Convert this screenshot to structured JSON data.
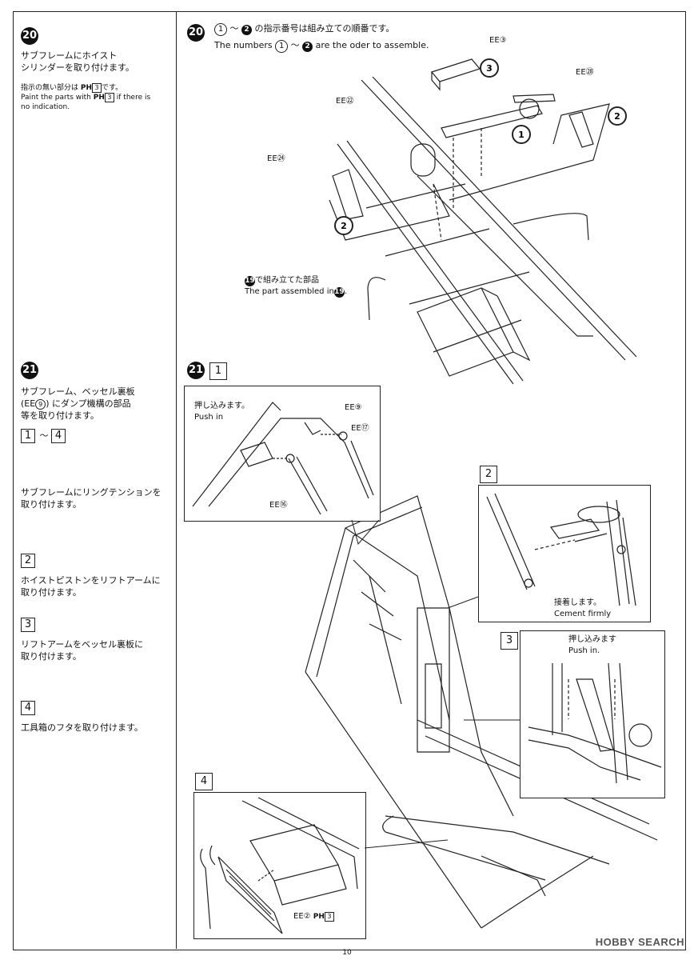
{
  "left": {
    "step20": {
      "num": "20",
      "title_l1": "サブフレームにホイスト",
      "title_l2": "シリンダーを取り付けます。",
      "note_jp_a": "指示の無い部分は",
      "note_jp_ph": "PH",
      "note_jp_num": "3",
      "note_jp_b": "です。",
      "note_en_a": "Paint the parts with",
      "note_en_ph": "PH",
      "note_en_num": "3",
      "note_en_b": "if there is",
      "note_en_c": "no indication."
    },
    "step21": {
      "num": "21",
      "title_l1": "サブフレーム、ベッセル裏板",
      "title_l2a": "(EE",
      "title_l2b": "9",
      "title_l2c": ") にダンプ機構の部品",
      "title_l3": "等を取り付けます。",
      "range_from": "1",
      "range_sep": "〜",
      "range_to": "4"
    },
    "sub1": {
      "text_l1": "サブフレームにリングテンションを",
      "text_l2": "取り付けます。"
    },
    "sub2": {
      "num": "2",
      "text_l1": "ホイストピストンをリフトアームに",
      "text_l2": "取り付けます。"
    },
    "sub3": {
      "num": "3",
      "text_l1": "リフトアームをベッセル裏板に",
      "text_l2": "取り付けます。"
    },
    "sub4": {
      "num": "4",
      "text_l1": "工具箱のフタを取り付けます。"
    }
  },
  "right": {
    "step20": {
      "num": "20",
      "order_1": "1",
      "order_2": "2",
      "order_jp": "の指示番号は組み立ての順番です。",
      "order_en_a": "The numbers",
      "order_en_b": "are the oder to assemble.",
      "tilde": "〜",
      "label_ee3": "EE③",
      "label_ee28": "EE㉘",
      "label_ee22": "EE㉒",
      "label_ee24": "EE㉔",
      "badge_1": "1",
      "badge_2a": "2",
      "badge_2b": "2",
      "badge_3": "3",
      "assembled_num": "19",
      "assembled_jp": "で組み立てた部品",
      "assembled_en": "The part assembled in",
      "assembled_en_end": "."
    },
    "step21": {
      "num": "21",
      "sub_num": "1",
      "detail1": {
        "push_jp": "押し込みます。",
        "push_en": "Push in",
        "ee9": "EE⑨",
        "ee17": "EE⑰",
        "ee16": "EE⑯"
      },
      "detail2": {
        "num": "2",
        "cement_jp": "接着します。",
        "cement_en": "Cement firmly"
      },
      "detail3": {
        "num": "3",
        "push_jp": "押し込みます",
        "push_en": "Push in."
      },
      "detail4": {
        "num": "4",
        "ee2": "EE②",
        "ph": "PH",
        "ph_num": "3"
      }
    }
  },
  "footer": {
    "page": "10",
    "watermark": "HOBBY SEARCH"
  }
}
